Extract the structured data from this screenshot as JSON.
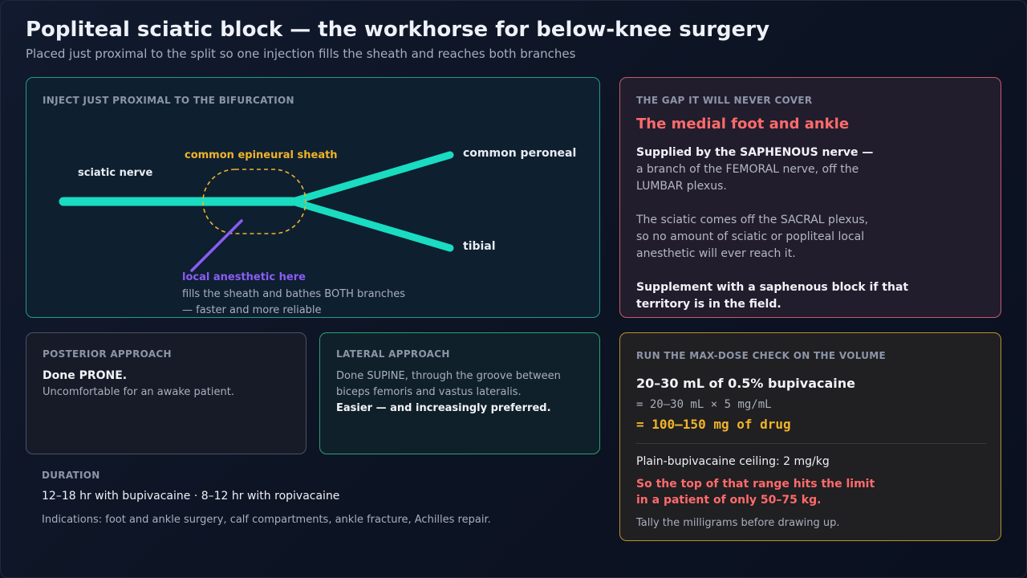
{
  "header": {
    "title": "Popliteal sciatic block — the workhorse for below-knee surgery",
    "subtitle": "Placed just proximal to the split so one injection fills the sheath and reaches both branches"
  },
  "diagram": {
    "label": "INJECT JUST PROXIMAL TO THE BIFURCATION",
    "sciatic": "sciatic nerve",
    "sheath": "common epineural sheath",
    "peroneal": "common peroneal",
    "tibial": "tibial",
    "injection_label": "local anesthetic here",
    "injection_note_1": "fills the sheath and bathes BOTH branches",
    "injection_note_2": "— faster and more reliable"
  },
  "gap": {
    "label": "THE GAP IT WILL NEVER COVER",
    "heading": "The medial foot and ankle",
    "line1": "Supplied by the SAPHENOUS nerve —",
    "line2": "a branch of the FEMORAL nerve, off the",
    "line3": "LUMBAR plexus.",
    "line4": "The sciatic comes off the SACRAL plexus,",
    "line5": "so no amount of sciatic or popliteal local",
    "line6": "anesthetic will ever reach it.",
    "line7": "Supplement with a saphenous block if that",
    "line8": "territory is in the field."
  },
  "posterior": {
    "label": "POSTERIOR APPROACH",
    "heading": "Done PRONE.",
    "note": "Uncomfortable for an awake patient."
  },
  "lateral": {
    "label": "LATERAL APPROACH",
    "line1": "Done SUPINE, through the groove between",
    "line2": "biceps femoris and vastus lateralis.",
    "line3": "Easier — and increasingly preferred."
  },
  "duration": {
    "label": "DURATION",
    "main": "12–18 hr with bupivacaine · 8–12 hr with ropivacaine",
    "indications": "Indications: foot and ankle surgery, calf compartments, ankle fracture, Achilles repair."
  },
  "dose": {
    "label": "RUN THE MAX-DOSE CHECK ON THE VOLUME",
    "heading": "20–30 mL of 0.5% bupivacaine",
    "calc": "= 20–30 mL × 5 mg/mL",
    "result": "= 100–150 mg of drug",
    "ceiling": "Plain-bupivacaine ceiling: 2 mg/kg",
    "warn1": "So the top of that range hits the limit",
    "warn2": "in a patient of only 50–75 kg.",
    "footer": "Tally the milligrams before drawing up."
  },
  "colors": {
    "nerve": "#19dcc0",
    "sheath": "#f0b429",
    "needle": "#8b5cf6",
    "alert": "#ff6b6b"
  }
}
